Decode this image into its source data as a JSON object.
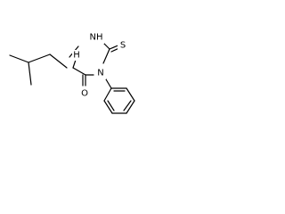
{
  "molecule": {
    "atoms": {
      "nh": "NH",
      "s": "S",
      "n": "N",
      "o": "O",
      "h": "H"
    }
  }
}
